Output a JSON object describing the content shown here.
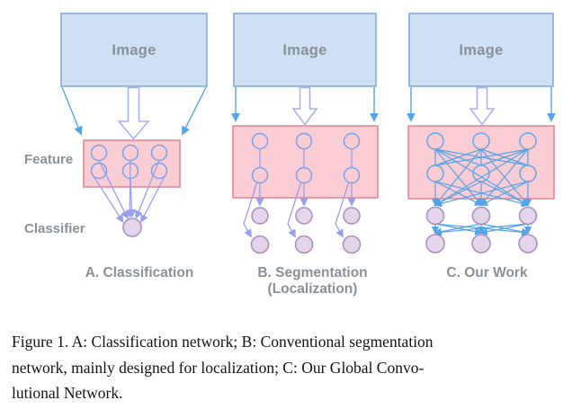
{
  "figure": {
    "panels": [
      {
        "name": "A",
        "image_box_label": "Image",
        "label": "A. Classification"
      },
      {
        "name": "B",
        "image_box_label": "Image",
        "label": "B. Segmentation",
        "label_line2": "(Localization)"
      },
      {
        "name": "C",
        "image_box_label": "Image",
        "label": "C. Our Work"
      }
    ],
    "row_labels": {
      "feature": "Feature",
      "classifier": "Classifier"
    },
    "caption_lines": [
      "Figure 1. A: Classification network; B: Conventional segmentation",
      "network, mainly designed for localization; C: Our Global Convo-",
      "lutional Network."
    ],
    "colors": {
      "image_box_fill": "#cfe0f4",
      "image_box_stroke": "#85aadb",
      "feature_box_fill": "#f9cdd3",
      "feature_box_stroke": "#e28490",
      "arrow_blue": "#55a4e8",
      "arrow_periwinkle": "#98a0ed",
      "node_stroke_blue": "#7da2e8",
      "node_stroke_sky": "#5fa8ea",
      "classifier_node_fill": "#e3d6ea",
      "classifier_node_stroke": "#a98bc0",
      "label_gray": "#8a8f99",
      "caption_color": "#131313"
    }
  }
}
